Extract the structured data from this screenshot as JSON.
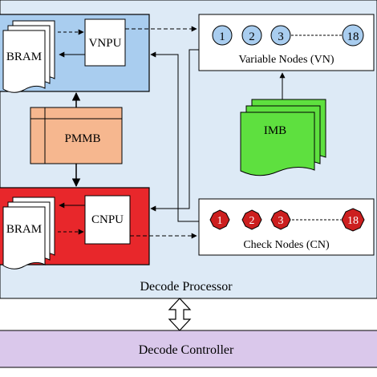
{
  "vnpu_block": {
    "memory_label": "BRAM",
    "processor_label": "VNPU",
    "fill": "#a9cdef"
  },
  "pmmb": {
    "label": "PMMB",
    "fill": "#f6b78f"
  },
  "cnpu_block": {
    "memory_label": "BRAM",
    "processor_label": "CNPU",
    "fill": "#e8272b"
  },
  "variable_nodes": {
    "labels": [
      "1",
      "2",
      "3",
      "18"
    ],
    "caption": "Variable Nodes (VN)",
    "fill": "#a9cdef"
  },
  "check_nodes": {
    "labels": [
      "1",
      "2",
      "3",
      "18"
    ],
    "caption": "Check Nodes (CN)",
    "fill": "#cc1f1f"
  },
  "imb": {
    "label": "IMB",
    "fill": "#5ee03f"
  },
  "processor_caption": "Decode Processor",
  "controller": {
    "label": "Decode Controller",
    "fill": "#dac8eb"
  },
  "processor_background": "#ddeaf6"
}
